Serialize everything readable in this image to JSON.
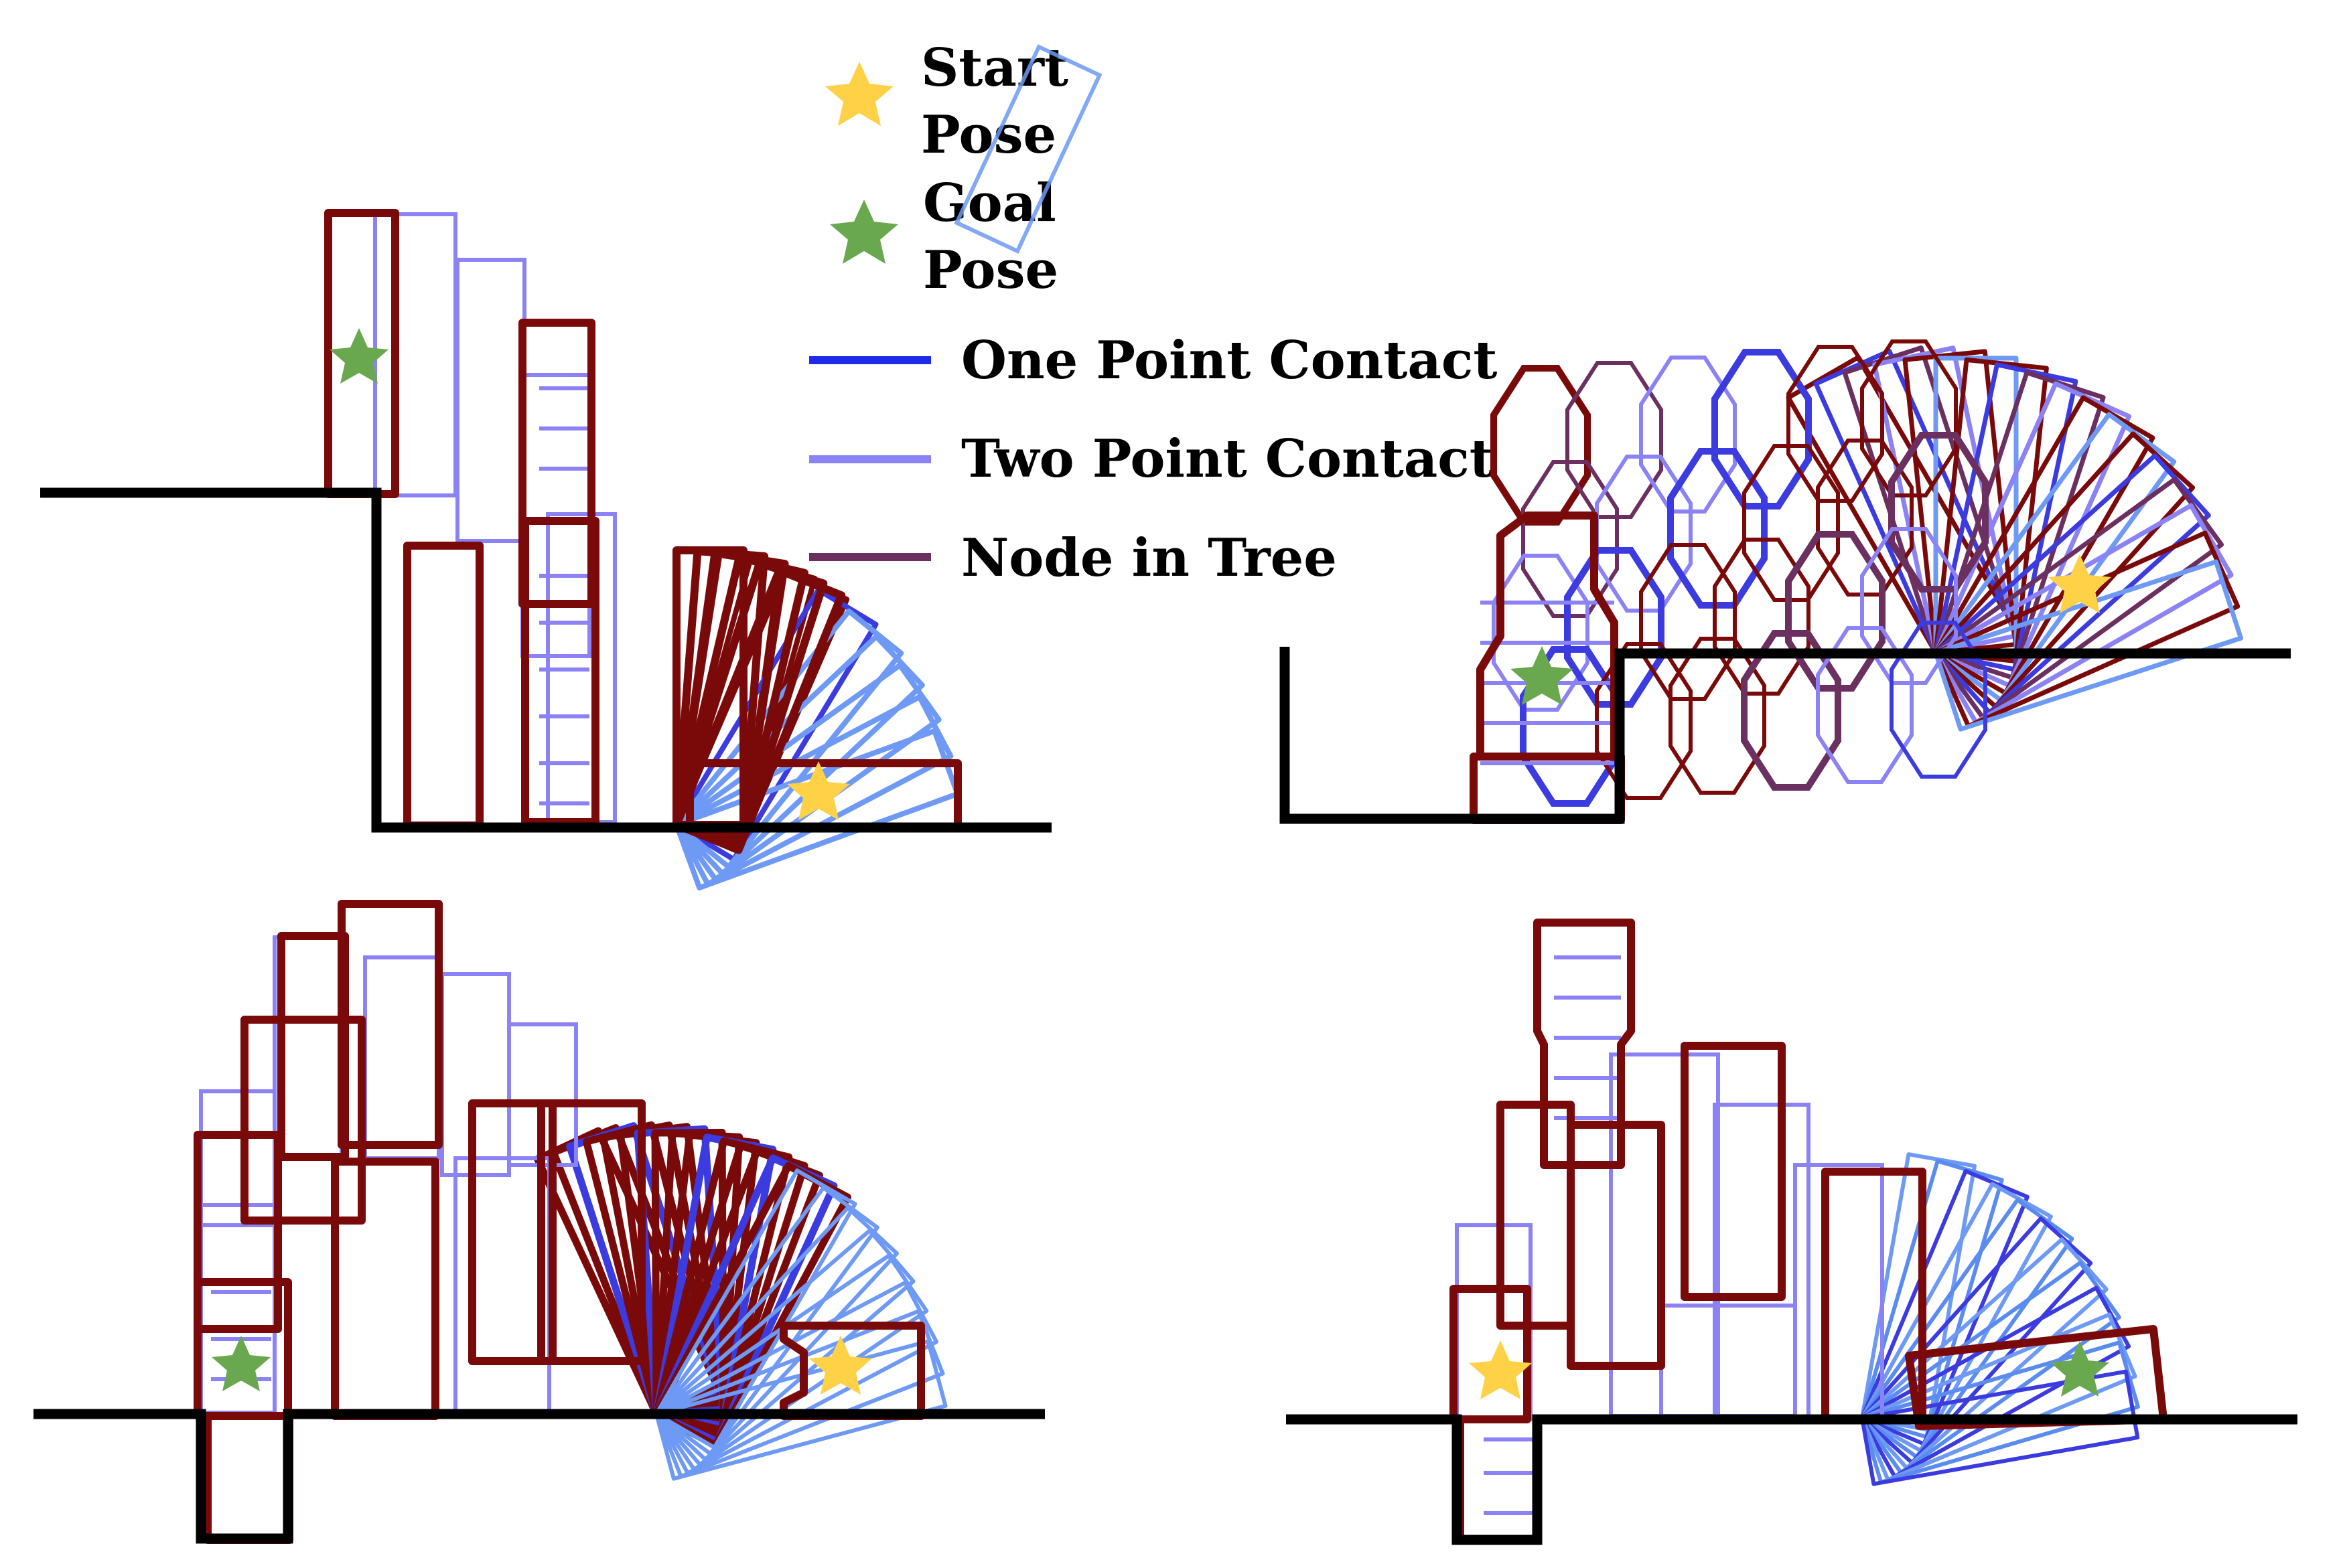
{
  "legend": {
    "start_pose": {
      "line1": "Start",
      "line2": "Pose",
      "icon": "star-icon",
      "color": "#FFD147"
    },
    "goal_pose": {
      "line1": "Goal",
      "line2": "Pose",
      "icon": "star-icon",
      "color": "#6AA84F"
    },
    "one_point_contact": {
      "label": "One Point Contact",
      "color": "#1E2BE8"
    },
    "two_point_contact": {
      "label": "Two Point Contact",
      "color": "#8A82F5"
    },
    "node_in_tree": {
      "label": "Node in Tree",
      "color": "#6B3060"
    }
  },
  "colors": {
    "ground": "#000000",
    "node_outline": "#7A0A0A",
    "one_point": "#2233E0",
    "two_point": "#7C74F0",
    "light_blue": "#5A8CF0"
  },
  "panels": [
    {
      "id": "top-left",
      "scene": "block pushed from floor onto raised ledge"
    },
    {
      "id": "top-right",
      "scene": "block moved from ledge down into pit"
    },
    {
      "id": "bottom-left",
      "scene": "block moved from floor into slot"
    },
    {
      "id": "bottom-right",
      "scene": "block moved out of slot onto floor"
    }
  ]
}
